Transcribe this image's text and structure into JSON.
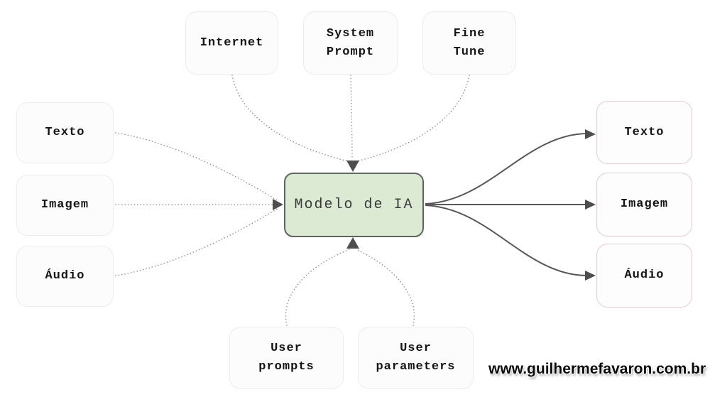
{
  "diagram": {
    "title_node": {
      "label": "Modelo de IA"
    },
    "inputs_top": [
      {
        "id": "internet",
        "label": "Internet"
      },
      {
        "id": "system-prompt",
        "label": "System\nPrompt"
      },
      {
        "id": "fine-tune",
        "label": "Fine\nTune"
      }
    ],
    "inputs_left": [
      {
        "id": "texto",
        "label": "Texto"
      },
      {
        "id": "imagem",
        "label": "Imagem"
      },
      {
        "id": "audio",
        "label": "Áudio"
      }
    ],
    "inputs_bottom": [
      {
        "id": "user-prompts",
        "label": "User\nprompts"
      },
      {
        "id": "user-parameters",
        "label": "User\nparameters"
      }
    ],
    "outputs_right": [
      {
        "id": "texto",
        "label": "Texto"
      },
      {
        "id": "imagem",
        "label": "Imagem"
      },
      {
        "id": "audio",
        "label": "Áudio"
      }
    ],
    "colors": {
      "center_fill": "#dcead4",
      "center_border": "#5e655e",
      "input_box_border": "#ececec",
      "output_box_border": "#e7ccd1",
      "dotted_line": "#8a8a8a",
      "solid_line": "#585858",
      "arrowhead": "#4e4e4e"
    }
  },
  "watermark": {
    "text": "www.guilhermefavaron.com.br"
  }
}
